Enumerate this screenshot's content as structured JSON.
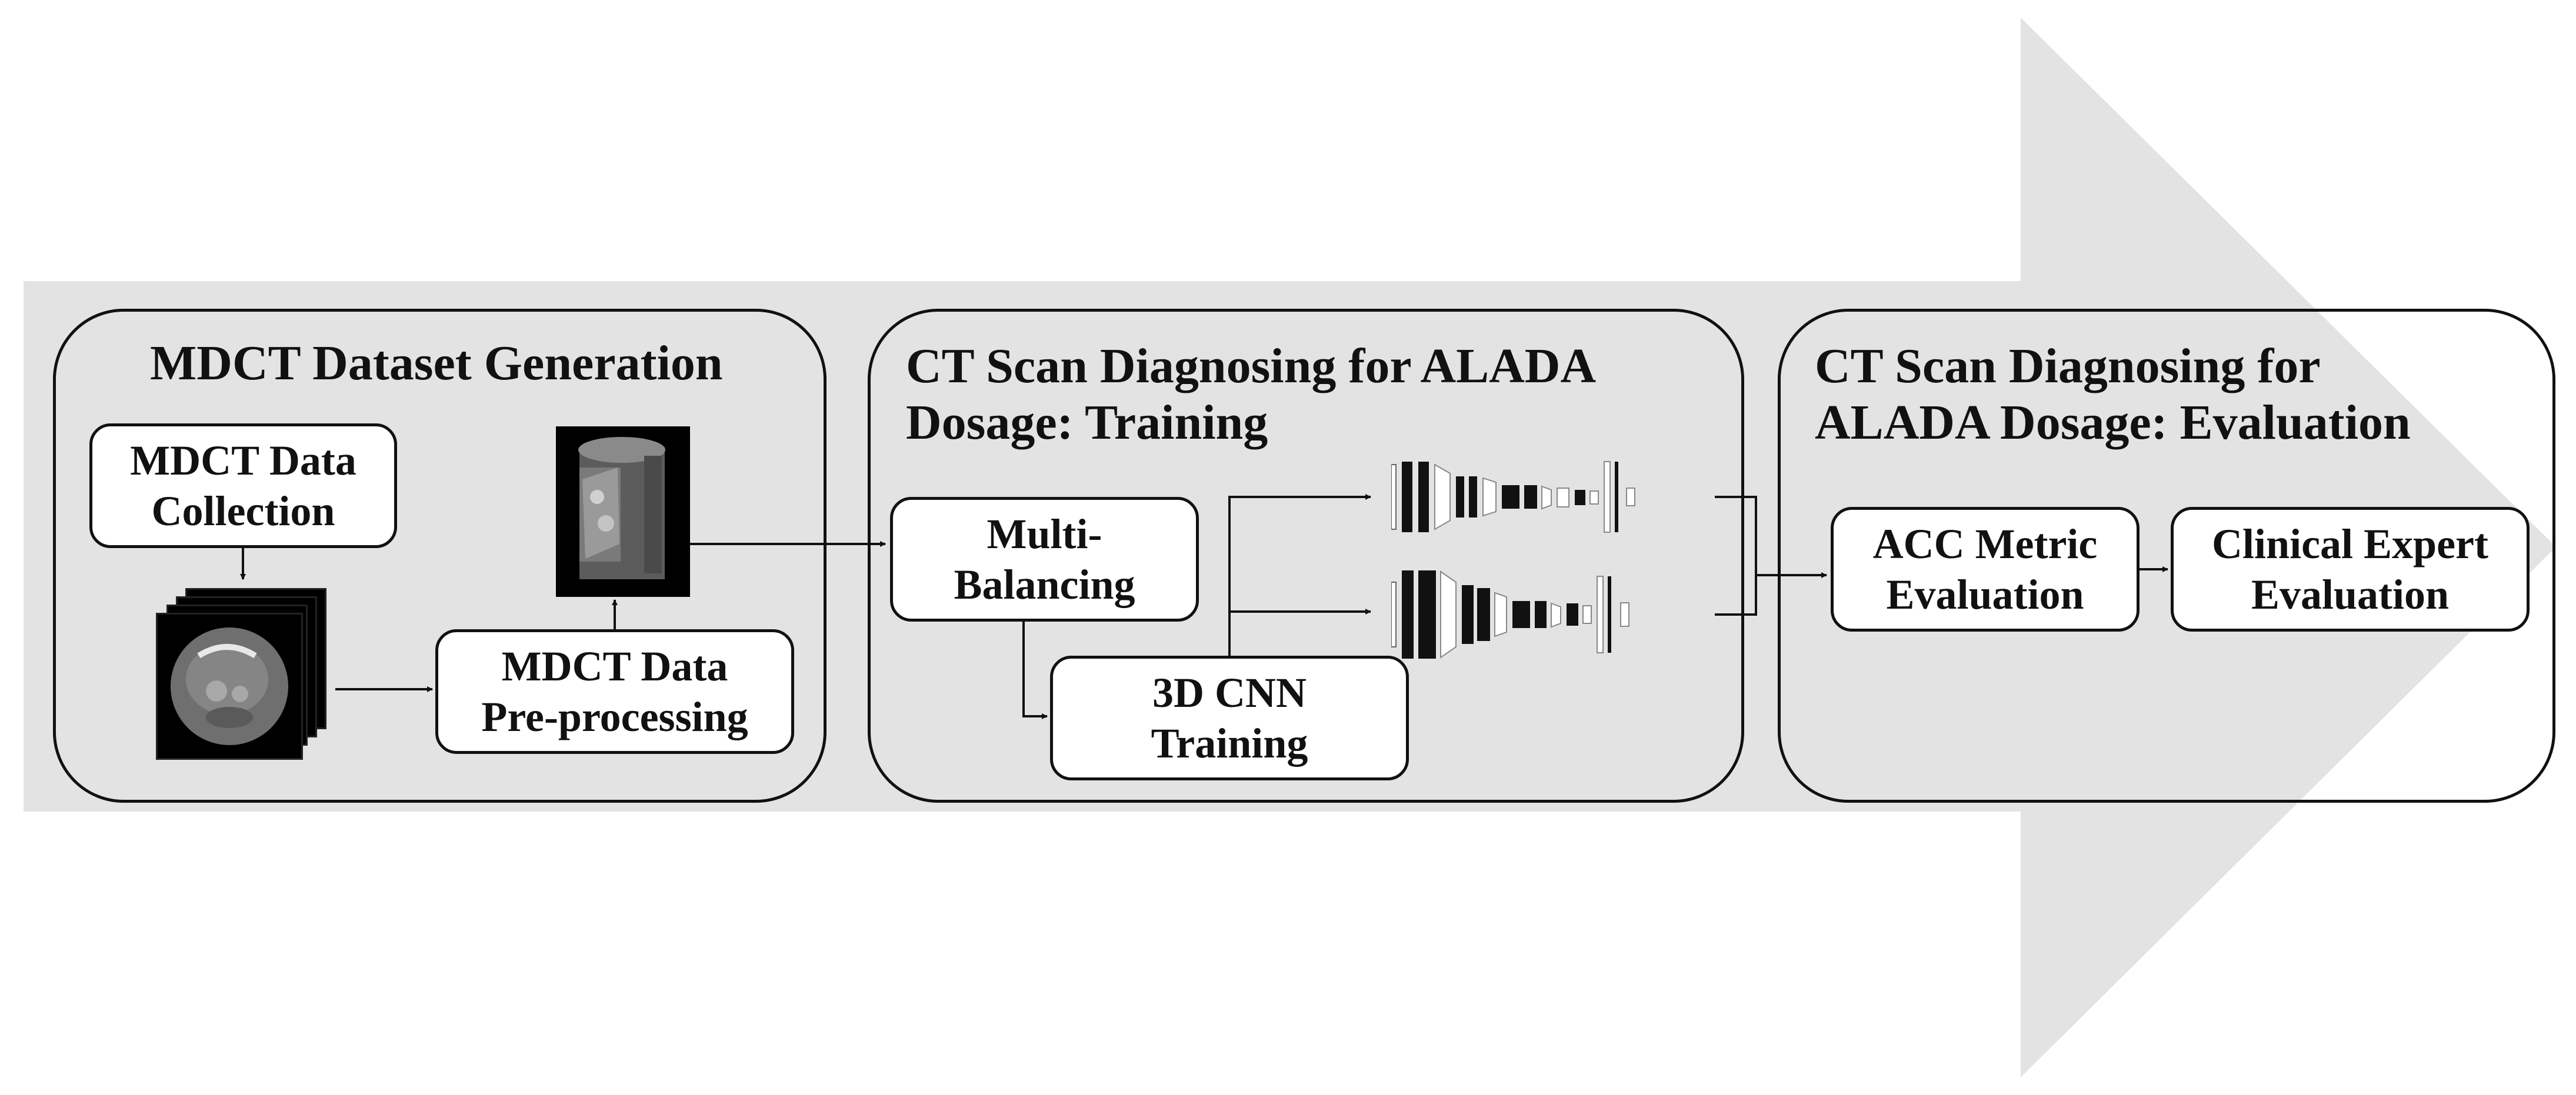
{
  "colors": {
    "arrow_fill": "#e3e3e3",
    "line": "#111111",
    "box_fill": "#ffffff"
  },
  "panels": {
    "dataset": {
      "title": "MDCT Dataset Generation",
      "collection": "MDCT Data\nCollection",
      "preprocessing": "MDCT Data\nPre-processing"
    },
    "training": {
      "title": "CT Scan Diagnosing for ALADA\nDosage: Training",
      "balancing": "Multi-\nBalancing",
      "cnn": "3D CNN\nTraining"
    },
    "evaluation": {
      "title": "CT Scan Diagnosing for\nALADA Dosage: Evaluation",
      "acc": "ACC Metric\nEvaluation",
      "clinical": "Clinical  Expert\nEvaluation"
    }
  },
  "icons": {
    "ct_stack": "ct-slice-stack-icon",
    "volume": "3d-ct-volume-icon",
    "cnn_arch": "cnn-architecture-icon"
  }
}
